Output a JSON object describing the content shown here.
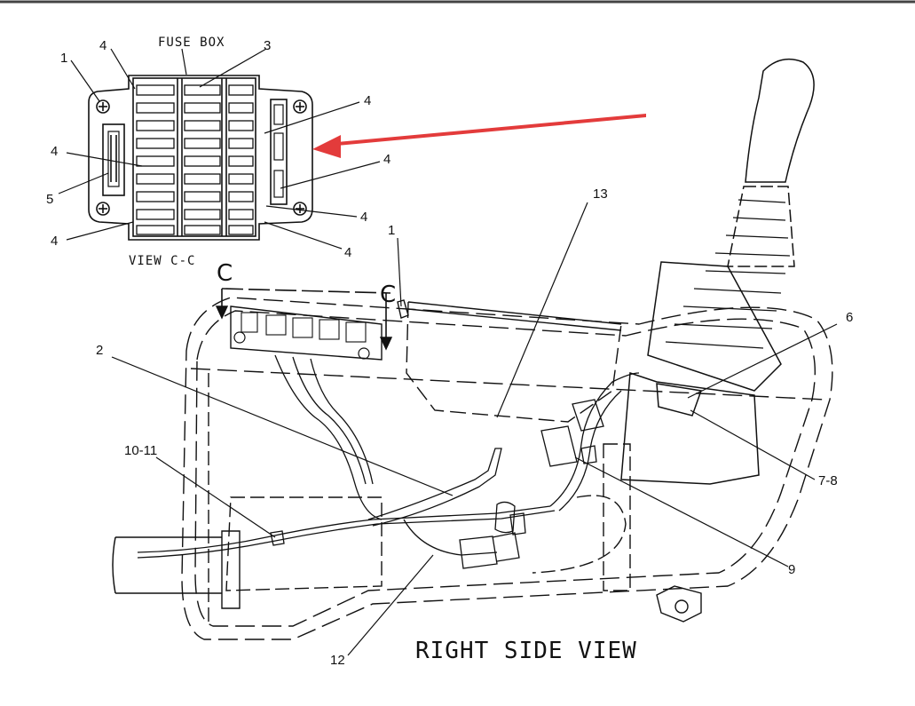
{
  "diagram": {
    "fuse_box_title": "FUSE BOX",
    "view_cc_label": "VIEW C-C",
    "section_label_left": "C",
    "section_label_right": "C",
    "main_title": "RIGHT SIDE VIEW",
    "arrow_color": "#e33b3b",
    "line_color": "#111111",
    "callouts": {
      "c1_top": "1",
      "c4_a": "4",
      "c3": "3",
      "c4_b": "4",
      "c4_left": "4",
      "c5": "5",
      "c4_c": "4",
      "c4_d": "4",
      "c4_bottom_left": "4",
      "c4_e": "4",
      "c13": "13",
      "c1_main": "1",
      "c2": "2",
      "c6": "6",
      "c10_11": "10-11",
      "c7_8": "7-8",
      "c9": "9",
      "c12": "12"
    }
  }
}
